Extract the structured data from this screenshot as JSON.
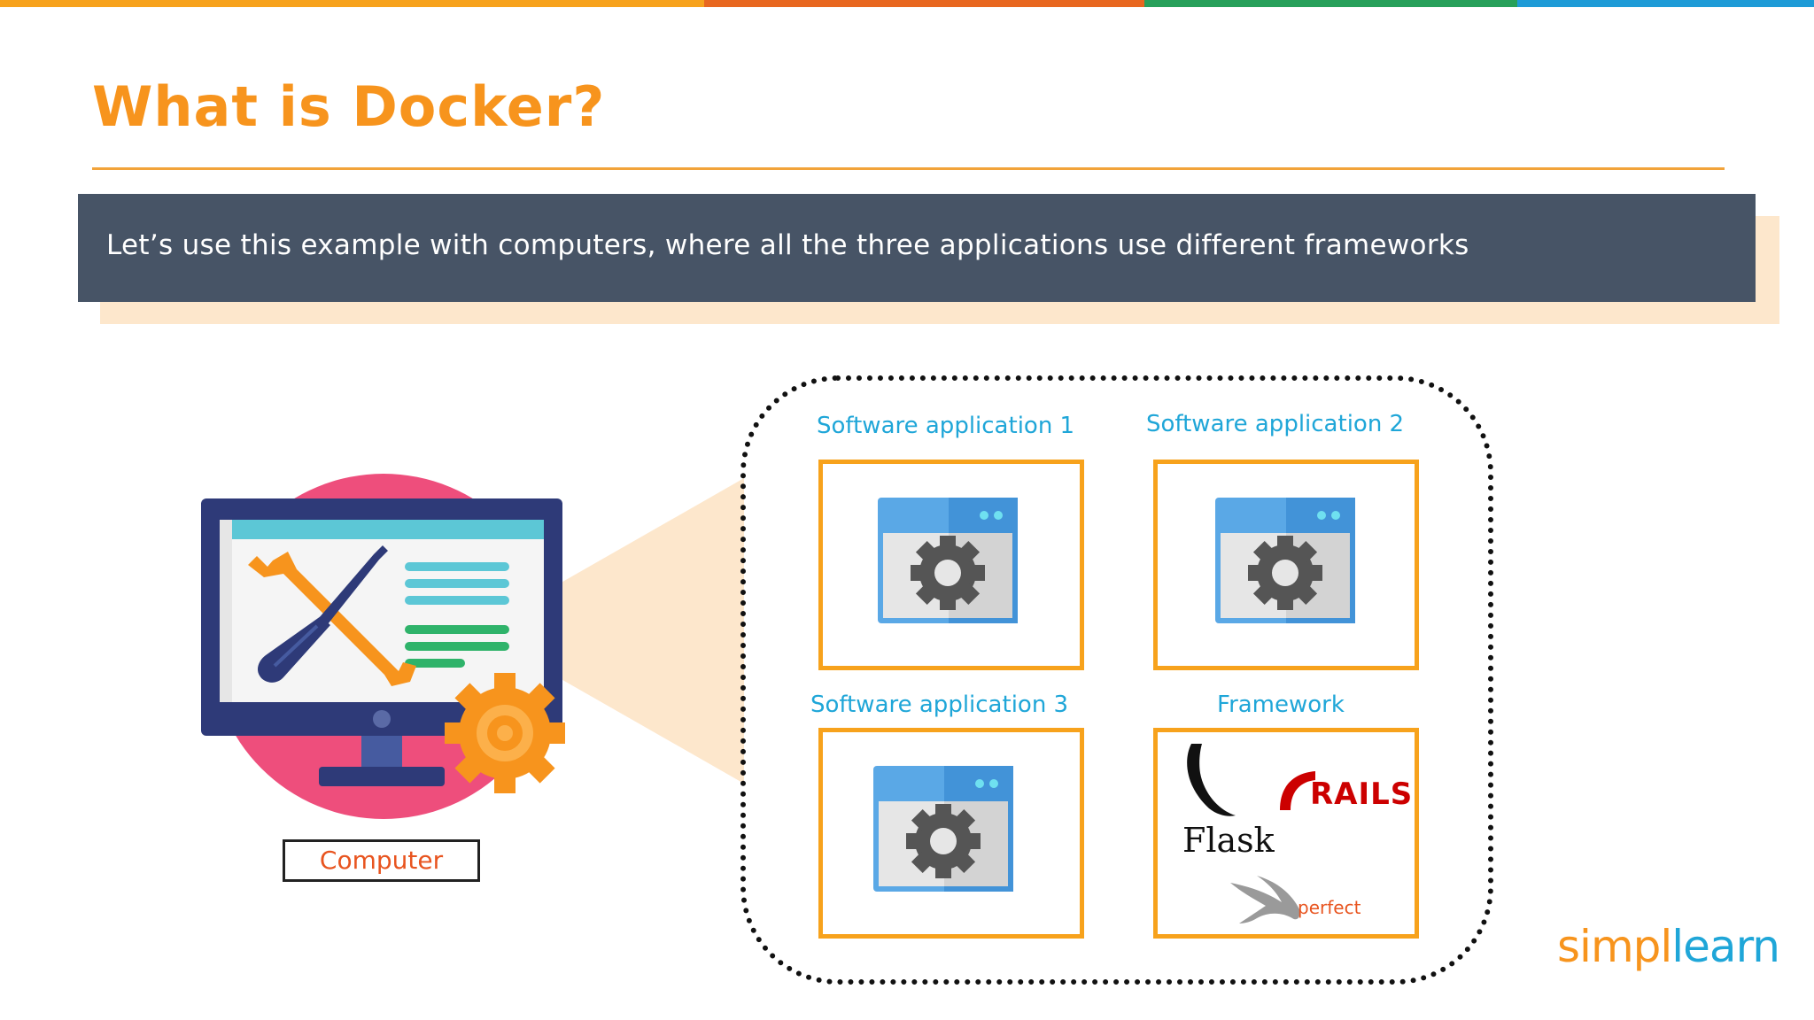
{
  "header": {
    "title": "What is Docker?",
    "accent_color": "#F7941D",
    "top_bar_colors": [
      "#F7A21C",
      "#E8671F",
      "#27A05A",
      "#1E9BD7"
    ]
  },
  "banner": {
    "text": "Let’s use this example with computers, where all the three applications use different frameworks",
    "background_color": "#475466"
  },
  "computer": {
    "label": "Computer",
    "icons": [
      "monitor-icon",
      "wrench-icon",
      "screwdriver-icon",
      "gear-icon"
    ]
  },
  "container": {
    "boxes": [
      {
        "label": "Software application 1",
        "icon": "app-window-gear-icon"
      },
      {
        "label": "Software application 2",
        "icon": "app-window-gear-icon"
      },
      {
        "label": "Software application 3",
        "icon": "app-window-gear-icon"
      },
      {
        "label": "Framework",
        "logos": [
          "Flask",
          "RAILS",
          "perfect"
        ]
      }
    ]
  },
  "brand": {
    "part1": "simpl",
    "part2": "learn"
  }
}
